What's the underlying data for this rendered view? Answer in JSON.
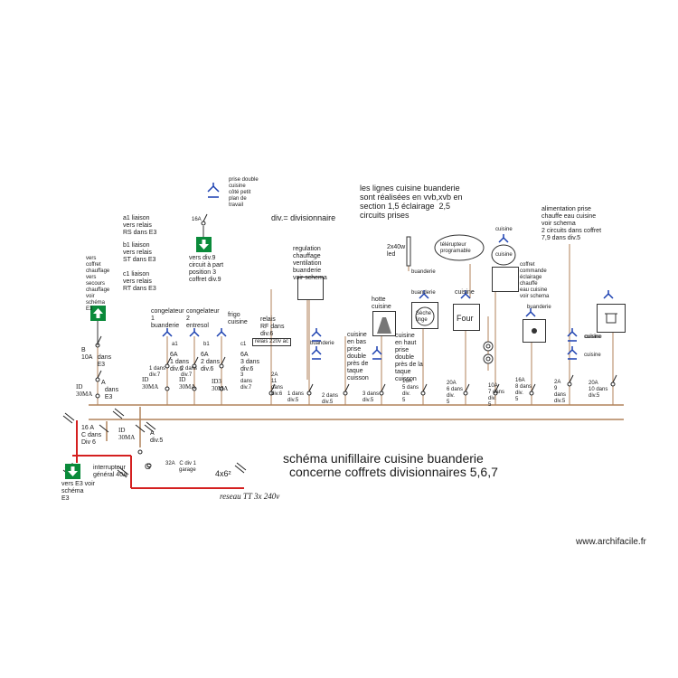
{
  "title_line1": "schéma unifillaire cuisine buanderie",
  "title_line2": "concerne coffrets divisionnaires 5,6,7",
  "watermark": "www.archifacile.fr",
  "network": "reseau TT 3x 240v",
  "cable": "4x6²",
  "div_legend": "div.= divisionnaire",
  "top_note": "les lignes cuisine buanderie\nsont réalisées en vvb,xvb en\nsection 1,5 éclairage  2,5\ncircuits prises",
  "relays": {
    "a1": "a1 liaison\nvers relais\nRS dans E3",
    "b1": "b1 liaison\nvers relais\nST dans E3",
    "c1": "c1 liaison\nvers relais\nRT dans E3"
  },
  "arrows": {
    "up_label": "vers\ncoffret\nchauffage\nvers\nsecours\nchauffage\nvoir\nschéma\nE3",
    "div9_label": "vers div.9\ncircuit à part\nposition 3\ncoffret div.9",
    "down_label": "vers E3 voir\nschéma\nE3"
  },
  "top_outlet": {
    "label": "prise double\ncuisine\ncôté petit\nplan de\ntravail",
    "breaker": "16A"
  },
  "breakers_left": {
    "b": "B\n10A   dans\n         E3",
    "a": "A\n  dans\n  E3",
    "id1": "ID\n30MA",
    "main_16a": "16 A\nC dans\nDiv 6",
    "id_main": "ID\n30MA",
    "a_div5": "A\ndiv.5",
    "interrupteur": "interrupteur\ngénéral 40A",
    "g": "G",
    "garage": "32A   C div 1\n         garage"
  },
  "freezers": {
    "c1_title": "congelateur\n1\nbuanderie",
    "c2_title": "congelateur\n2\nentresol",
    "frigo_title": "frigo\ncuisine",
    "c1_ref": "a1",
    "c2_ref": "b1",
    "frigo_ref": "c1",
    "c1_rating": "6A\n1 dans\ndiv.6",
    "c2_rating": "6A\n2 dans\ndiv.6",
    "frigo_rating": "6A\n3 dans\ndiv.6",
    "c1_id": "ID\n30MA",
    "c2_id": "ID\n30MA",
    "frigo_id": "ID3\n30MA",
    "c1_sub": "1 dans\ndiv.7",
    "c2_sub": "2 dans\ndiv.7",
    "frigo_sub": "3\ndans\ndiv.7"
  },
  "relays_block": {
    "label": "relais\nRF dans\ndiv.6",
    "box": "relais 220v ac",
    "rating": "2A\n11\ndans\ndiv.6"
  },
  "circuits": [
    {
      "title": "regulation\nchauffage\nventilation\nbuanderie\nvoir schema",
      "rating": "1 dans\ndiv.5"
    },
    {
      "title": "buanderie",
      "rating": "2 dans\ndiv.5"
    },
    {
      "title": "cuisine\nen bas\nprise\ndouble\nprès de\ntaque\ncuisson",
      "rating": "3 dans\ndiv.5"
    },
    {
      "title": "cuisine\nen haut\nprise\ndouble\nprès de la\ntaque\ncuisson",
      "rating": "16A\n5 dans\ndiv.\n5"
    },
    {
      "title": "hotte\ncuisine",
      "rating": "20A\n6 dans\ndiv.\n5"
    },
    {
      "title": "buanderie",
      "rating": "10A\n7 dans\ndiv.\n5"
    },
    {
      "title": "cuisine",
      "rating": "16A\n8 dans\ndiv.\n5"
    },
    {
      "title": "buanderie",
      "rating": "2A\n9\ndans\ndiv.5"
    },
    {
      "title": "cuisine",
      "rating": "20A\n10 dans\ndiv.5"
    }
  ],
  "appliances": {
    "seche_linge": "Sèche\nlinge",
    "four": "Four",
    "led": "2x40w\nled",
    "led_room": "buanderie",
    "teleruptor": "télérupteur\nprogramable",
    "cuisine_ctrl": "cuisine",
    "ctrl_box": "coffret\ncommande\néclairage\nchauffe\neau cuisine\nvoir schema",
    "chauffe_eau": "alimentation prise\nchauffe eau cuisine\nvoir schema\n2 circuits dans coffret\n7,9 dans div.5",
    "hotte": "hotte\ncuisine",
    "buanderie_top": "buanderie",
    "cuisine_top": "cuisine",
    "buanderie_right": "buanderie",
    "cuisine_right1": "cuisine",
    "cuisine_right2": "cuisine"
  },
  "colors": {
    "main_line": "#d42020",
    "bus": "#b0825a",
    "arrow": "#0a8a3a"
  }
}
